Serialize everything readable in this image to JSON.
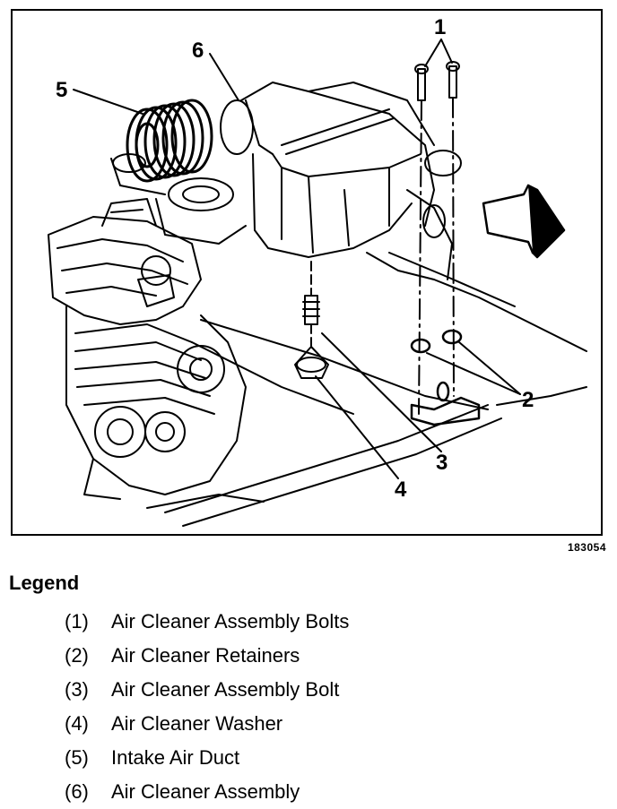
{
  "figure": {
    "figure_number": "183054",
    "callouts": [
      "1",
      "2",
      "3",
      "4",
      "5",
      "6"
    ]
  },
  "legend": {
    "title": "Legend",
    "items": [
      {
        "num": "(1)",
        "label": "Air Cleaner Assembly Bolts"
      },
      {
        "num": "(2)",
        "label": "Air Cleaner Retainers"
      },
      {
        "num": "(3)",
        "label": "Air Cleaner Assembly Bolt"
      },
      {
        "num": "(4)",
        "label": "Air Cleaner Washer"
      },
      {
        "num": "(5)",
        "label": "Intake Air Duct"
      },
      {
        "num": "(6)",
        "label": "Air Cleaner Assembly"
      }
    ]
  }
}
